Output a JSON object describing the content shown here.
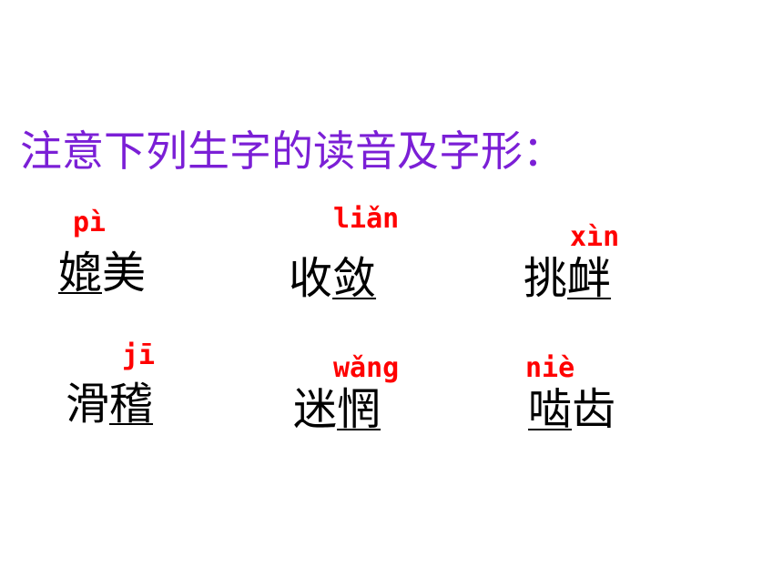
{
  "title": "注意下列生字的读音及字形：",
  "items": [
    {
      "pinyin": "pì",
      "plain_before": "",
      "underlined": "媲",
      "plain_after": "美"
    },
    {
      "pinyin": "liǎn",
      "plain_before": "收",
      "underlined": "敛",
      "plain_after": ""
    },
    {
      "pinyin": "xìn",
      "plain_before": "挑",
      "underlined": "衅",
      "plain_after": ""
    },
    {
      "pinyin": "jī",
      "plain_before": "滑",
      "underlined": "稽",
      "plain_after": ""
    },
    {
      "pinyin": "wǎng",
      "plain_before": "迷",
      "underlined": "惘",
      "plain_after": ""
    },
    {
      "pinyin": "niè",
      "plain_before": "",
      "underlined": "啮",
      "plain_after": "齿"
    }
  ]
}
